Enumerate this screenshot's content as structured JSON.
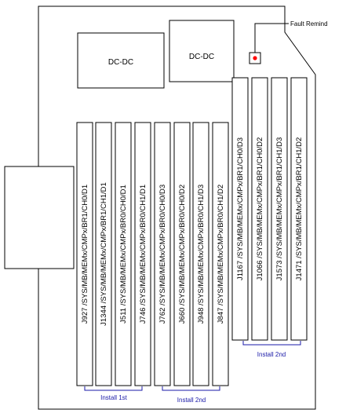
{
  "labels": {
    "fault_remind": "Fault  Remind",
    "dc_left": "DC-DC",
    "dc_right": "DC-DC",
    "install_left": "Install 1st",
    "install_middle": "Install 2nd",
    "install_right": "Install 2nd"
  },
  "slots": {
    "group1": [
      "J927 /SYS/MB/MEMx/CMPx/BR1/CH0/D1",
      "J1344 /SYS/MB/MEMx/CMPx/BR1/CH1/D1",
      "J511 /SYS/MB/MEMx/CMPx/BR0/CH0/D1",
      "J746 /SYS/MB/MEMx/CMPx/BR0/CH1/D1"
    ],
    "group2": [
      "J762 /SYS/MB/MEMx/CMPx/BR0/CH0/D3",
      "J660 /SYS/MB/MEMx/CMPx/BR0/CH0/D2",
      "J948 /SYS/MB/MEMx/CMPx/BR0/CH1/D3",
      "J847 /SYS/MB/MEMx/CMPx/BR0/CH1/D2"
    ],
    "group3": [
      "J1167 /SYS/MB/MEMx/CMPx/BR1/CH0/D3",
      "J1066 /SYS/MB/MEMx/CMPx/BR1/CH0/D2",
      "J1573 /SYS/MB/MEMx/CMPx/BR1/CH1/D3",
      "J1471 /SYS/MB/MEMx/CMPx/BR1/CH1/D2"
    ]
  },
  "colors": {
    "outline": "#000000",
    "led": "#ff0000",
    "install_bracket": "#1a1aa8",
    "install_text": "#1a1aa8"
  }
}
